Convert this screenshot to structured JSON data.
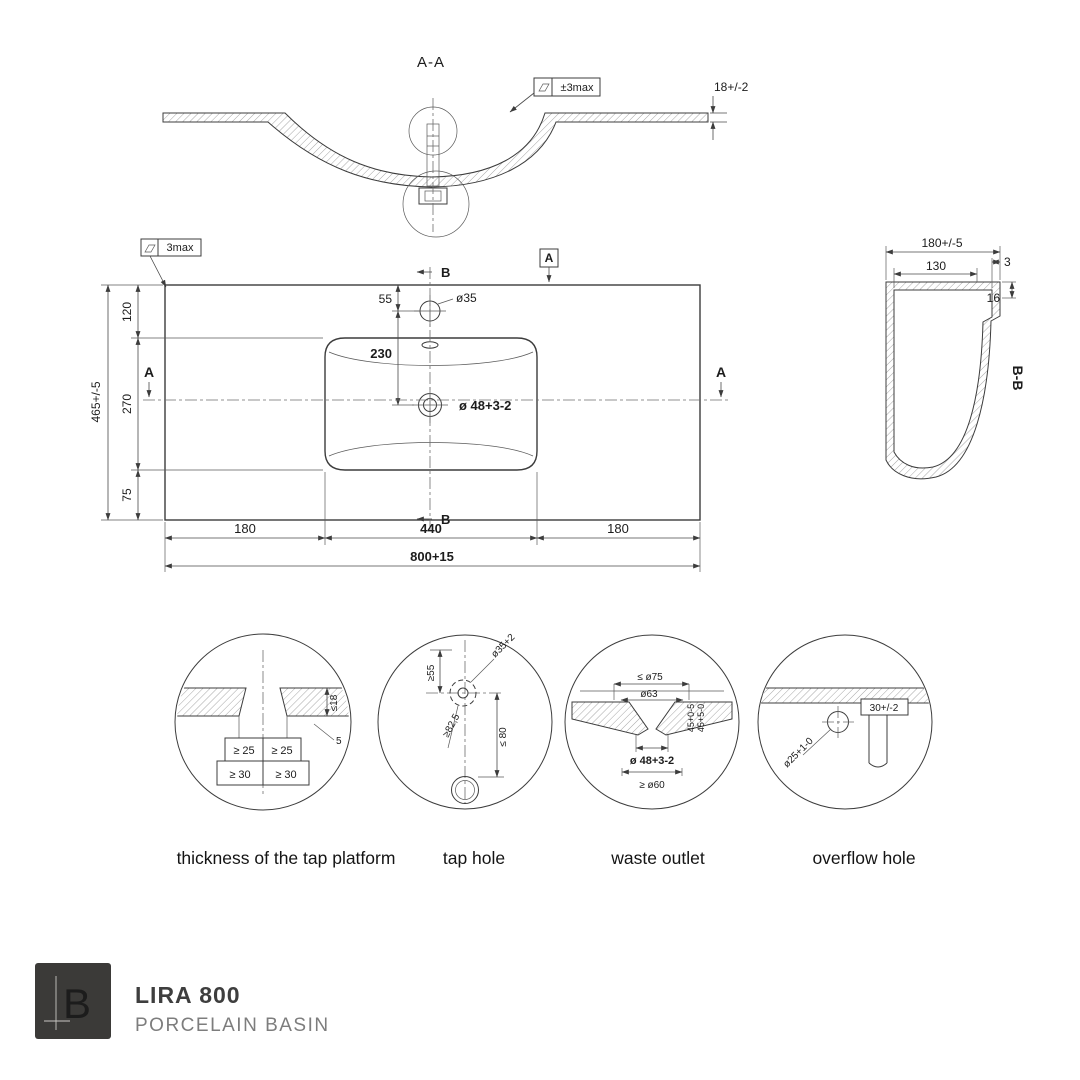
{
  "colors": {
    "line": "#3c3c3c",
    "text": "#1c1c1c",
    "muted": "#7d7d7d",
    "logo_bg": "#3b3a38"
  },
  "section_aa": {
    "title": "A-A",
    "flatness_note": "±3max",
    "thickness_dim": "18+/-2"
  },
  "plan": {
    "surface_note": "3max",
    "datum_label": "A",
    "cut_a": "A",
    "cut_b": "B",
    "dims": {
      "d55": "55",
      "d230": "230",
      "tap_dia": "ø35",
      "waste_dia": "ø 48+3-2",
      "d120": "120",
      "d270": "270",
      "d75": "75",
      "d465": "465+/-5",
      "d180_left": "180",
      "d440": "440",
      "d180_right": "180",
      "d800": "800+15"
    }
  },
  "section_bb": {
    "title": "B-B",
    "dims": {
      "d180": "180+/-5",
      "d130": "130",
      "d3": "3",
      "d16": "16"
    }
  },
  "details": {
    "platform": {
      "caption": "thickness of the tap platform",
      "dims": {
        "r1c1": "≥ 25",
        "r1c2": "≥ 25",
        "r2c1": "≥ 30",
        "r2c2": "≥ 30",
        "le18": "≤18",
        "d5": "5"
      }
    },
    "tap": {
      "caption": "tap hole",
      "dims": {
        "ge55": "≥55",
        "dia": "ø35+2",
        "ge82": "≥82,5",
        "le80": "≤ 80"
      }
    },
    "waste": {
      "caption": "waste outlet",
      "dims": {
        "le75": "≤ ø75",
        "d63": "ø63",
        "d45a": "45+0-5",
        "d45b": "45+5-0",
        "d48": "ø 48+3-2",
        "ge60": "≥ ø60"
      }
    },
    "overflow": {
      "caption": "overflow hole",
      "dims": {
        "d30": "30+/-2",
        "d25": "ø25+1-0"
      }
    }
  },
  "footer": {
    "product": "LIRA 800",
    "subtitle": "PORCELAIN BASIN",
    "logo_letter": "B"
  }
}
